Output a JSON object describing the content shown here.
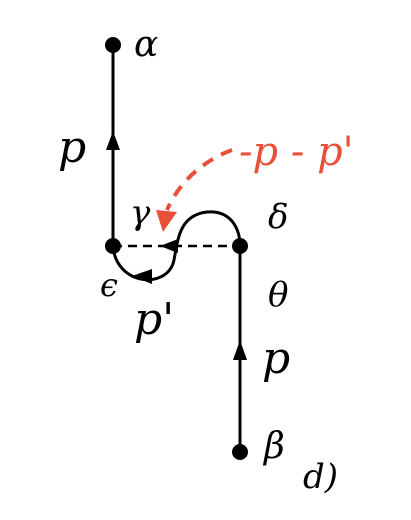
{
  "diagram": {
    "nodes": {
      "alpha": "α",
      "gamma": "γ",
      "delta": "δ",
      "epsilon": "ϵ",
      "theta": "θ",
      "beta": "β"
    },
    "edges": {
      "left_momentum": "p",
      "right_momentum": "p",
      "loop_momentum": "p'",
      "transfer_momentum": "-p - p'"
    },
    "panel_label": "d)",
    "colors": {
      "line": "#000000",
      "highlight": "#e8503a"
    }
  }
}
